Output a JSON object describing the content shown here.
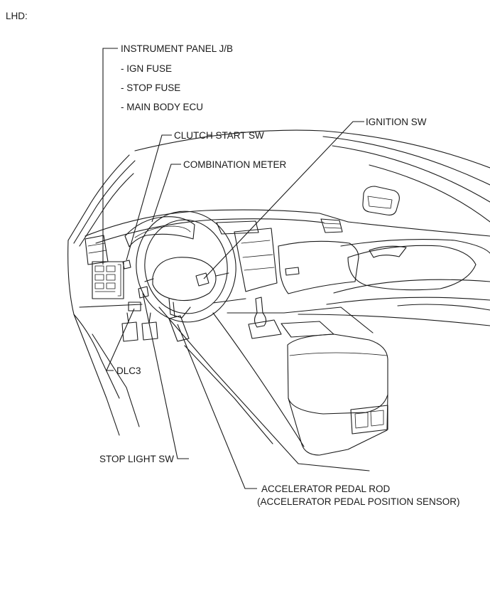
{
  "header": {
    "lhd": "LHD:"
  },
  "labels": {
    "instrument_panel_jb": "INSTRUMENT PANEL J/B",
    "ign_fuse": "- IGN FUSE",
    "stop_fuse": "- STOP FUSE",
    "main_body_ecu": "- MAIN BODY ECU",
    "clutch_start_sw": "CLUTCH START SW",
    "combination_meter": "COMBINATION METER",
    "ignition_sw": "IGNITION SW",
    "dlc3": "DLC3",
    "stop_light_sw": "STOP LIGHT SW",
    "accelerator_pedal_rod": "ACCELERATOR PEDAL ROD",
    "accelerator_pedal_position_sensor": "(ACCELERATOR PEDAL POSITION SENSOR)"
  },
  "colors": {
    "line": "#1a1a1a",
    "background": "#ffffff"
  }
}
